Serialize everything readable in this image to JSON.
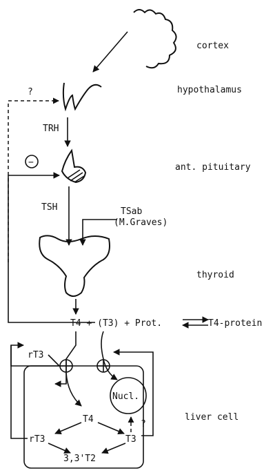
{
  "labels": {
    "cortex": "cortex",
    "hypothalamus": "hypothalamus",
    "ant_pituitary": "ant. pituitary",
    "thyroid": "thyroid",
    "liver_cell": "liver cell",
    "question_top": "?",
    "question_nucl": "?",
    "minus": "−",
    "trh": "TRH",
    "tsh": "TSH",
    "tsab": "TSab",
    "m_graves": "(M.Graves)",
    "nucl": "Nucl.",
    "t4_plus_t3": "T4 + (T3) + Prot.",
    "t4_protein": "T4-protein",
    "rt3_top": "rT3",
    "t4_cell": "T4",
    "rt3_bottom": "rT3",
    "t3_cell": "T3",
    "t2": "3,3'T2"
  }
}
